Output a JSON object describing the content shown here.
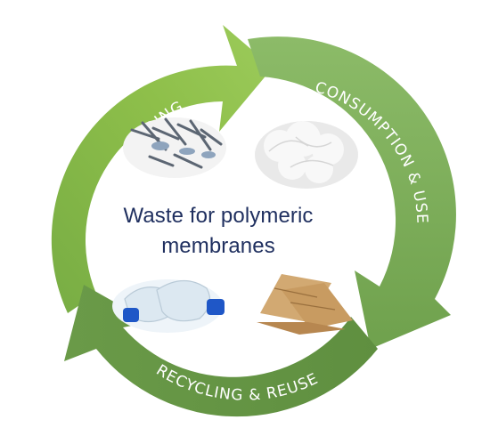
{
  "center_title": {
    "line1": "Waste for polymeric",
    "line2": "membranes"
  },
  "cycle_labels": {
    "manufacturing": "MANUFACTURING",
    "consumption": "CONSUMPTION & USE",
    "recycling": "RECYCLING & REUSE"
  },
  "icons": {
    "feathers": "feathers-image",
    "wool": "wool-image",
    "bottles": "plastic-bottles-image",
    "cardboard": "cardboard-image"
  },
  "colors": {
    "light_green": "#8ebf4a",
    "mid_green": "#79a85b",
    "dark_green": "#5d8c3d",
    "title_blue": "#1f2f5f"
  }
}
